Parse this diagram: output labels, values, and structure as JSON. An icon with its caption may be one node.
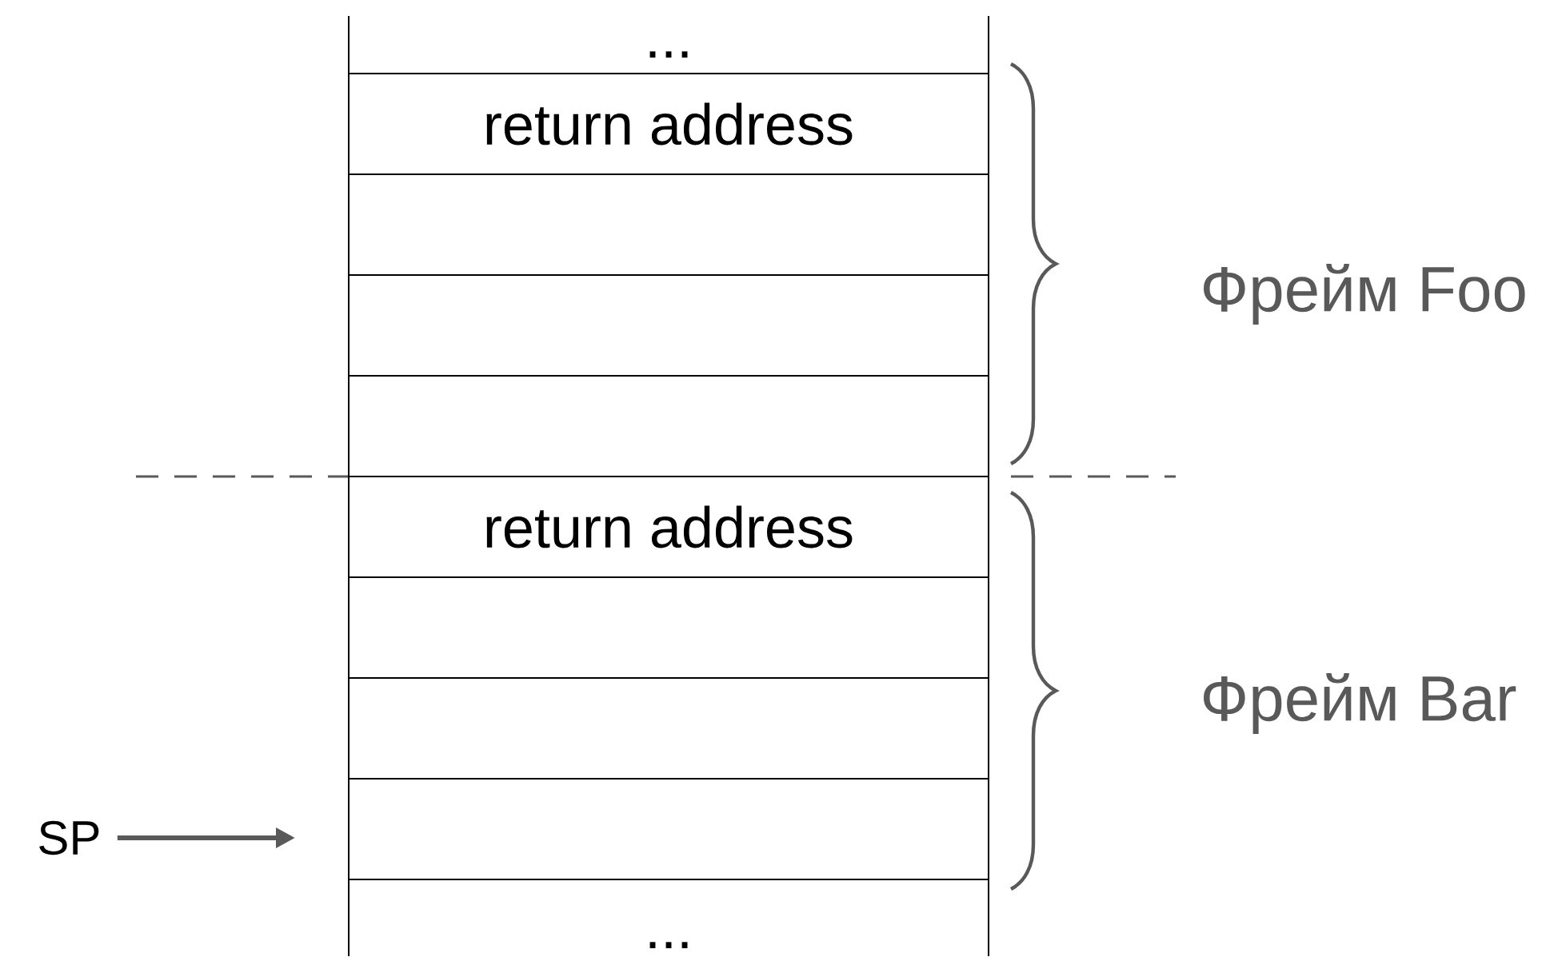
{
  "diagram": {
    "nodes": [
      {
        "text": [
          "..."
        ]
      },
      {
        "text": [
          "return address"
        ]
      },
      {
        "text": [],
        "shape": "box"
      },
      {
        "text": [],
        "shape": "box"
      },
      {
        "text": [],
        "shape": "box"
      },
      {
        "text": [
          "return address"
        ]
      },
      {
        "text": [],
        "shape": "box"
      },
      {
        "text": [],
        "shape": "box"
      },
      {
        "text": [],
        "shape": "box"
      },
      {
        "text": [
          "..."
        ]
      },
      {
        "text": [
          "SP"
        ]
      }
    ],
    "edges": [
      {
        "from": 10,
        "to": 8,
        "arrow": "to"
      }
    ],
    "labels": [
      "Фрейм Foo",
      "Фрейм Bar"
    ]
  }
}
